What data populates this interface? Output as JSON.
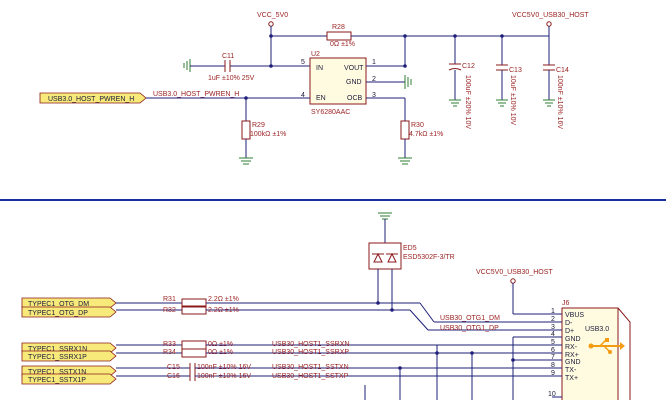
{
  "top": {
    "vcc_5v0": "VCC_5V0",
    "vcc_usb30": "VCC5V0_USB30_HOST",
    "r28_ref": "R28",
    "r28_val": "0Ω ±1%",
    "c11_ref": "C11",
    "c11_val": "1uF ±10% 25V",
    "u2_ref": "U2",
    "u2_part": "SY6280AAC",
    "u2_in": "IN",
    "u2_vout": "VOUT",
    "u2_gnd": "GND",
    "u2_en": "EN",
    "u2_ocb": "OCB",
    "pin5": "5",
    "pin4": "4",
    "pin1": "1",
    "pin2": "2",
    "pin3": "3",
    "port_pwren": "USB3.0_HOST_PWREN_H",
    "net_pwren": "USB3.0_HOST_PWREN_H",
    "r29_ref": "R29",
    "r29_val": "100kΩ ±1%",
    "r30_ref": "R30",
    "r30_val": "4.7kΩ ±1%",
    "c12_ref": "C12",
    "c12_val": "100uF ±20% 10V",
    "c13_ref": "C13",
    "c13_val": "10uF ±10% 10V",
    "c14_ref": "C14",
    "c14_val": "100nF ±10% 16V"
  },
  "bottom": {
    "ed5_ref": "ED5",
    "ed5_part": "ESD5302F-3/TR",
    "vcc_usb30": "VCC5V0_USB30_HOST",
    "ports": [
      "TYPEC1_OTG_DM",
      "TYPEC1_OTG_DP",
      "TYPEC1_SSRX1N",
      "TYPEC1_SSRX1P",
      "TYPEC1_SSTX1N",
      "TYPEC1_SSTX1P"
    ],
    "parts": [
      {
        "ref": "R31",
        "val": "2.2Ω ±1%"
      },
      {
        "ref": "R32",
        "val": "2.2Ω ±1%"
      },
      {
        "ref": "R33",
        "val": "0Ω ±1%"
      },
      {
        "ref": "R34",
        "val": "0Ω ±1%"
      },
      {
        "ref": "C15",
        "val": "100nF ±10% 16V"
      },
      {
        "ref": "C16",
        "val": "100nF ±10% 16V"
      }
    ],
    "nets": [
      "USB30_OTG1_DM",
      "USB30_OTG1_DP",
      "USB30_HOST1_SSRXN",
      "USB30_HOST1_SSRXP",
      "USB30_HOST1_SSTXN",
      "USB30_HOST1_SSTXP"
    ],
    "j6_ref": "J6",
    "j6_title": "USB3.0",
    "j6_pins": [
      {
        "num": "1",
        "name": "VBUS"
      },
      {
        "num": "2",
        "name": "D-"
      },
      {
        "num": "3",
        "name": "D+"
      },
      {
        "num": "4",
        "name": "GND"
      },
      {
        "num": "5",
        "name": "RX-"
      },
      {
        "num": "6",
        "name": "RX+"
      },
      {
        "num": "7",
        "name": "GND"
      },
      {
        "num": "8",
        "name": "TX-"
      },
      {
        "num": "9",
        "name": "TX+"
      },
      {
        "num": "10",
        "name": ""
      }
    ]
  }
}
